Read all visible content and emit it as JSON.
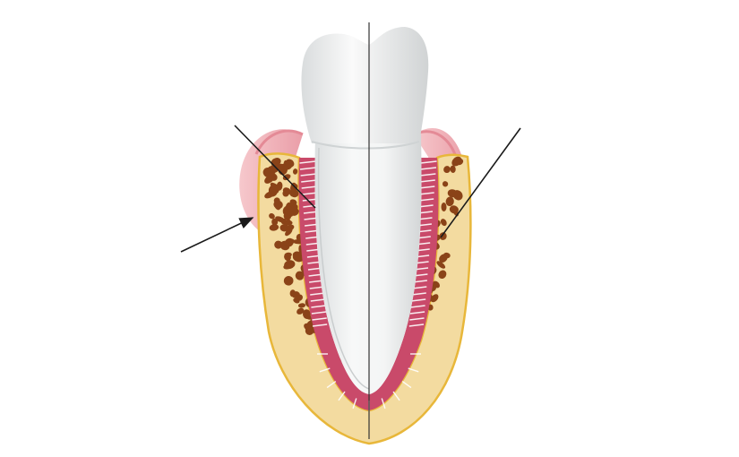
{
  "diagram": {
    "subject": "tooth-in-socket-cross-section",
    "colors": {
      "background": "#ffffff",
      "gingiva": "#f2b7bd",
      "gingiva_edge": "#e48a96",
      "bone": "#f3dba0",
      "bone_outline": "#e8b73a",
      "bone_pores": "#8a4318",
      "pdl_fibers": "#c94a6a",
      "fiber_strands": "#ffffff",
      "tooth": "#f1f2f2",
      "tooth_shadow": "#d6d9da",
      "pointer_lines": "#1a1a1a"
    },
    "pointers": [
      {
        "name": "pointer-left-upper",
        "target": "periodontal-ligament"
      },
      {
        "name": "pointer-left-lower",
        "target": "gingiva",
        "arrowhead": true
      },
      {
        "name": "pointer-right",
        "target": "alveolar-bone"
      }
    ],
    "labels": []
  }
}
